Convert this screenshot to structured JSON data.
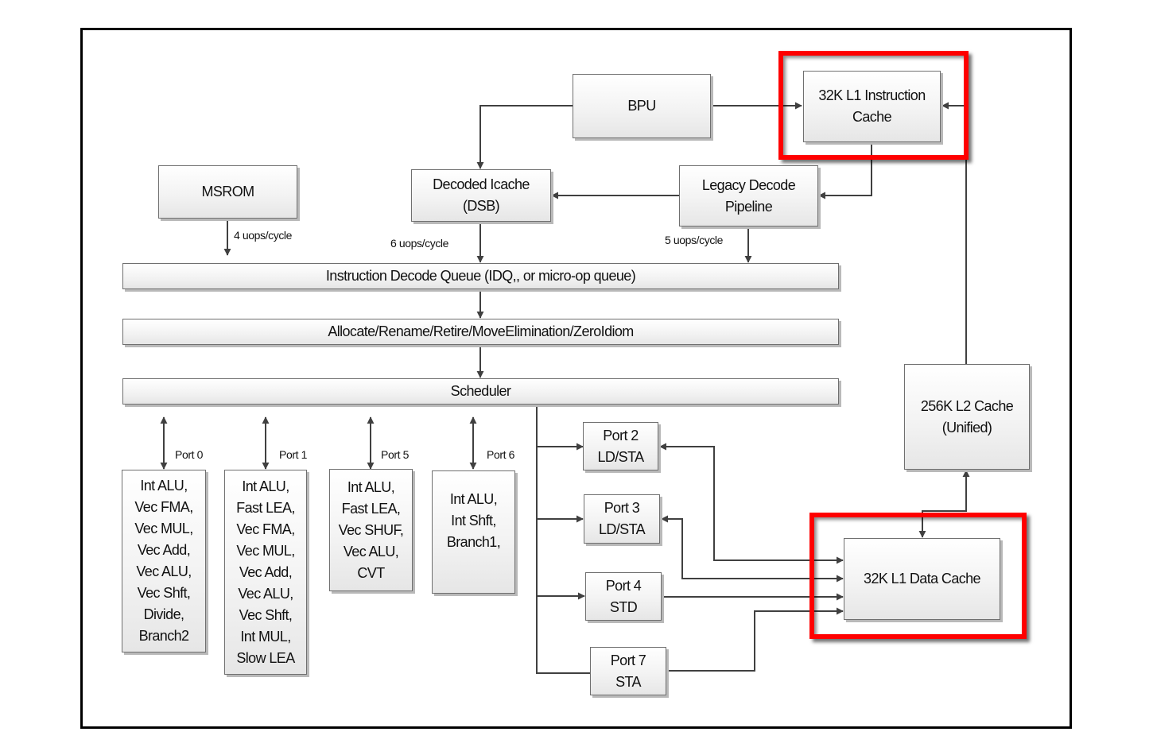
{
  "diagram": {
    "title": "CPU microarchitecture pipeline (front-end, execution ports, caches)",
    "highlight_color": "#ff0000",
    "line_color": "#404040",
    "blocks": {
      "bpu": "BPU",
      "l1i": [
        "32K L1 Instruction",
        "Cache"
      ],
      "msrom": "MSROM",
      "dsb": [
        "Decoded Icache",
        "(DSB)"
      ],
      "legacy": [
        "Legacy Decode",
        "Pipeline"
      ],
      "idq": "Instruction Decode Queue (IDQ,, or micro-op queue)",
      "allocate": "Allocate/Rename/Retire/MoveElimination/ZeroIdiom",
      "scheduler": "Scheduler",
      "l2": [
        "256K L2 Cache",
        "(Unified)"
      ],
      "l1d": "32K L1 Data Cache"
    },
    "rates": {
      "msrom": "4 uops/cycle",
      "dsb": "6 uops/cycle",
      "legacy": "5 uops/cycle"
    },
    "exec_ports": [
      {
        "label": "Port 0",
        "units": [
          "Int ALU,",
          "Vec FMA,",
          "Vec MUL,",
          "Vec Add,",
          "Vec ALU,",
          "Vec Shft,",
          "Divide,",
          "Branch2"
        ]
      },
      {
        "label": "Port 1",
        "units": [
          "Int ALU,",
          "Fast LEA,",
          "Vec FMA,",
          "Vec MUL,",
          "Vec Add,",
          "Vec ALU,",
          "Vec Shft,",
          "Int MUL,",
          "Slow LEA"
        ]
      },
      {
        "label": "Port 5",
        "units": [
          "Int ALU,",
          "Fast LEA,",
          "Vec SHUF,",
          "Vec ALU,",
          "CVT"
        ]
      },
      {
        "label": "Port 6",
        "units": [
          "Int ALU,",
          "Int Shft,",
          "Branch1,"
        ]
      }
    ],
    "mem_ports": [
      {
        "line1": "Port 2",
        "line2": "LD/STA"
      },
      {
        "line1": "Port 3",
        "line2": "LD/STA"
      },
      {
        "line1": "Port 4",
        "line2": "STD"
      },
      {
        "line1": "Port 7",
        "line2": "STA"
      }
    ]
  }
}
